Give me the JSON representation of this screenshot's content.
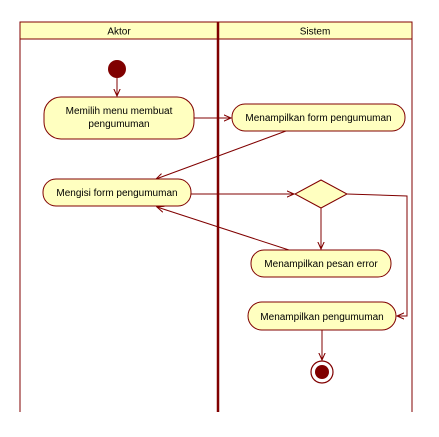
{
  "lanes": {
    "actor_title": "Aktor",
    "system_title": "Sistem"
  },
  "actions": {
    "select_menu_line1": "Memilih menu membuat",
    "select_menu_line2": "pengumuman",
    "show_form": "Menampilkan form pengumuman",
    "fill_form": "Mengisi form pengumuman",
    "show_error": "Menampilkan pesan error",
    "show_announcement": "Menampilkan pengumuman"
  },
  "colors": {
    "header_fill": "#ffffc0",
    "action_fill": "#ffffc0",
    "stroke": "#800000",
    "node_fill": "#800000"
  }
}
